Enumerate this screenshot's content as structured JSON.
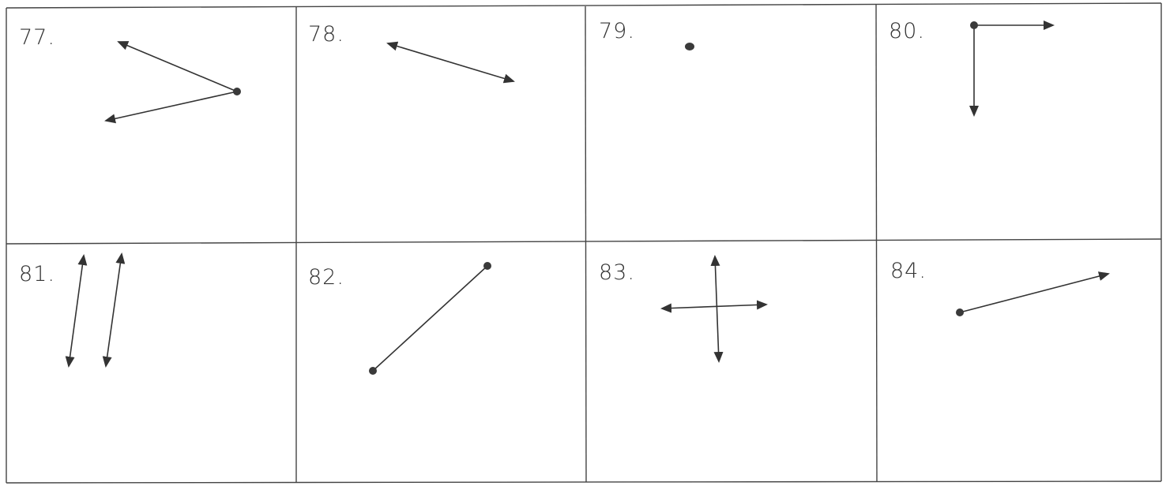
{
  "problems": [
    {
      "number": "77.",
      "figure": "angle"
    },
    {
      "number": "78.",
      "figure": "line"
    },
    {
      "number": "79.",
      "figure": "point"
    },
    {
      "number": "80.",
      "figure": "right-angle"
    },
    {
      "number": "81.",
      "figure": "parallel-lines"
    },
    {
      "number": "82.",
      "figure": "line-segment"
    },
    {
      "number": "83.",
      "figure": "intersecting-lines"
    },
    {
      "number": "84.",
      "figure": "ray"
    }
  ]
}
